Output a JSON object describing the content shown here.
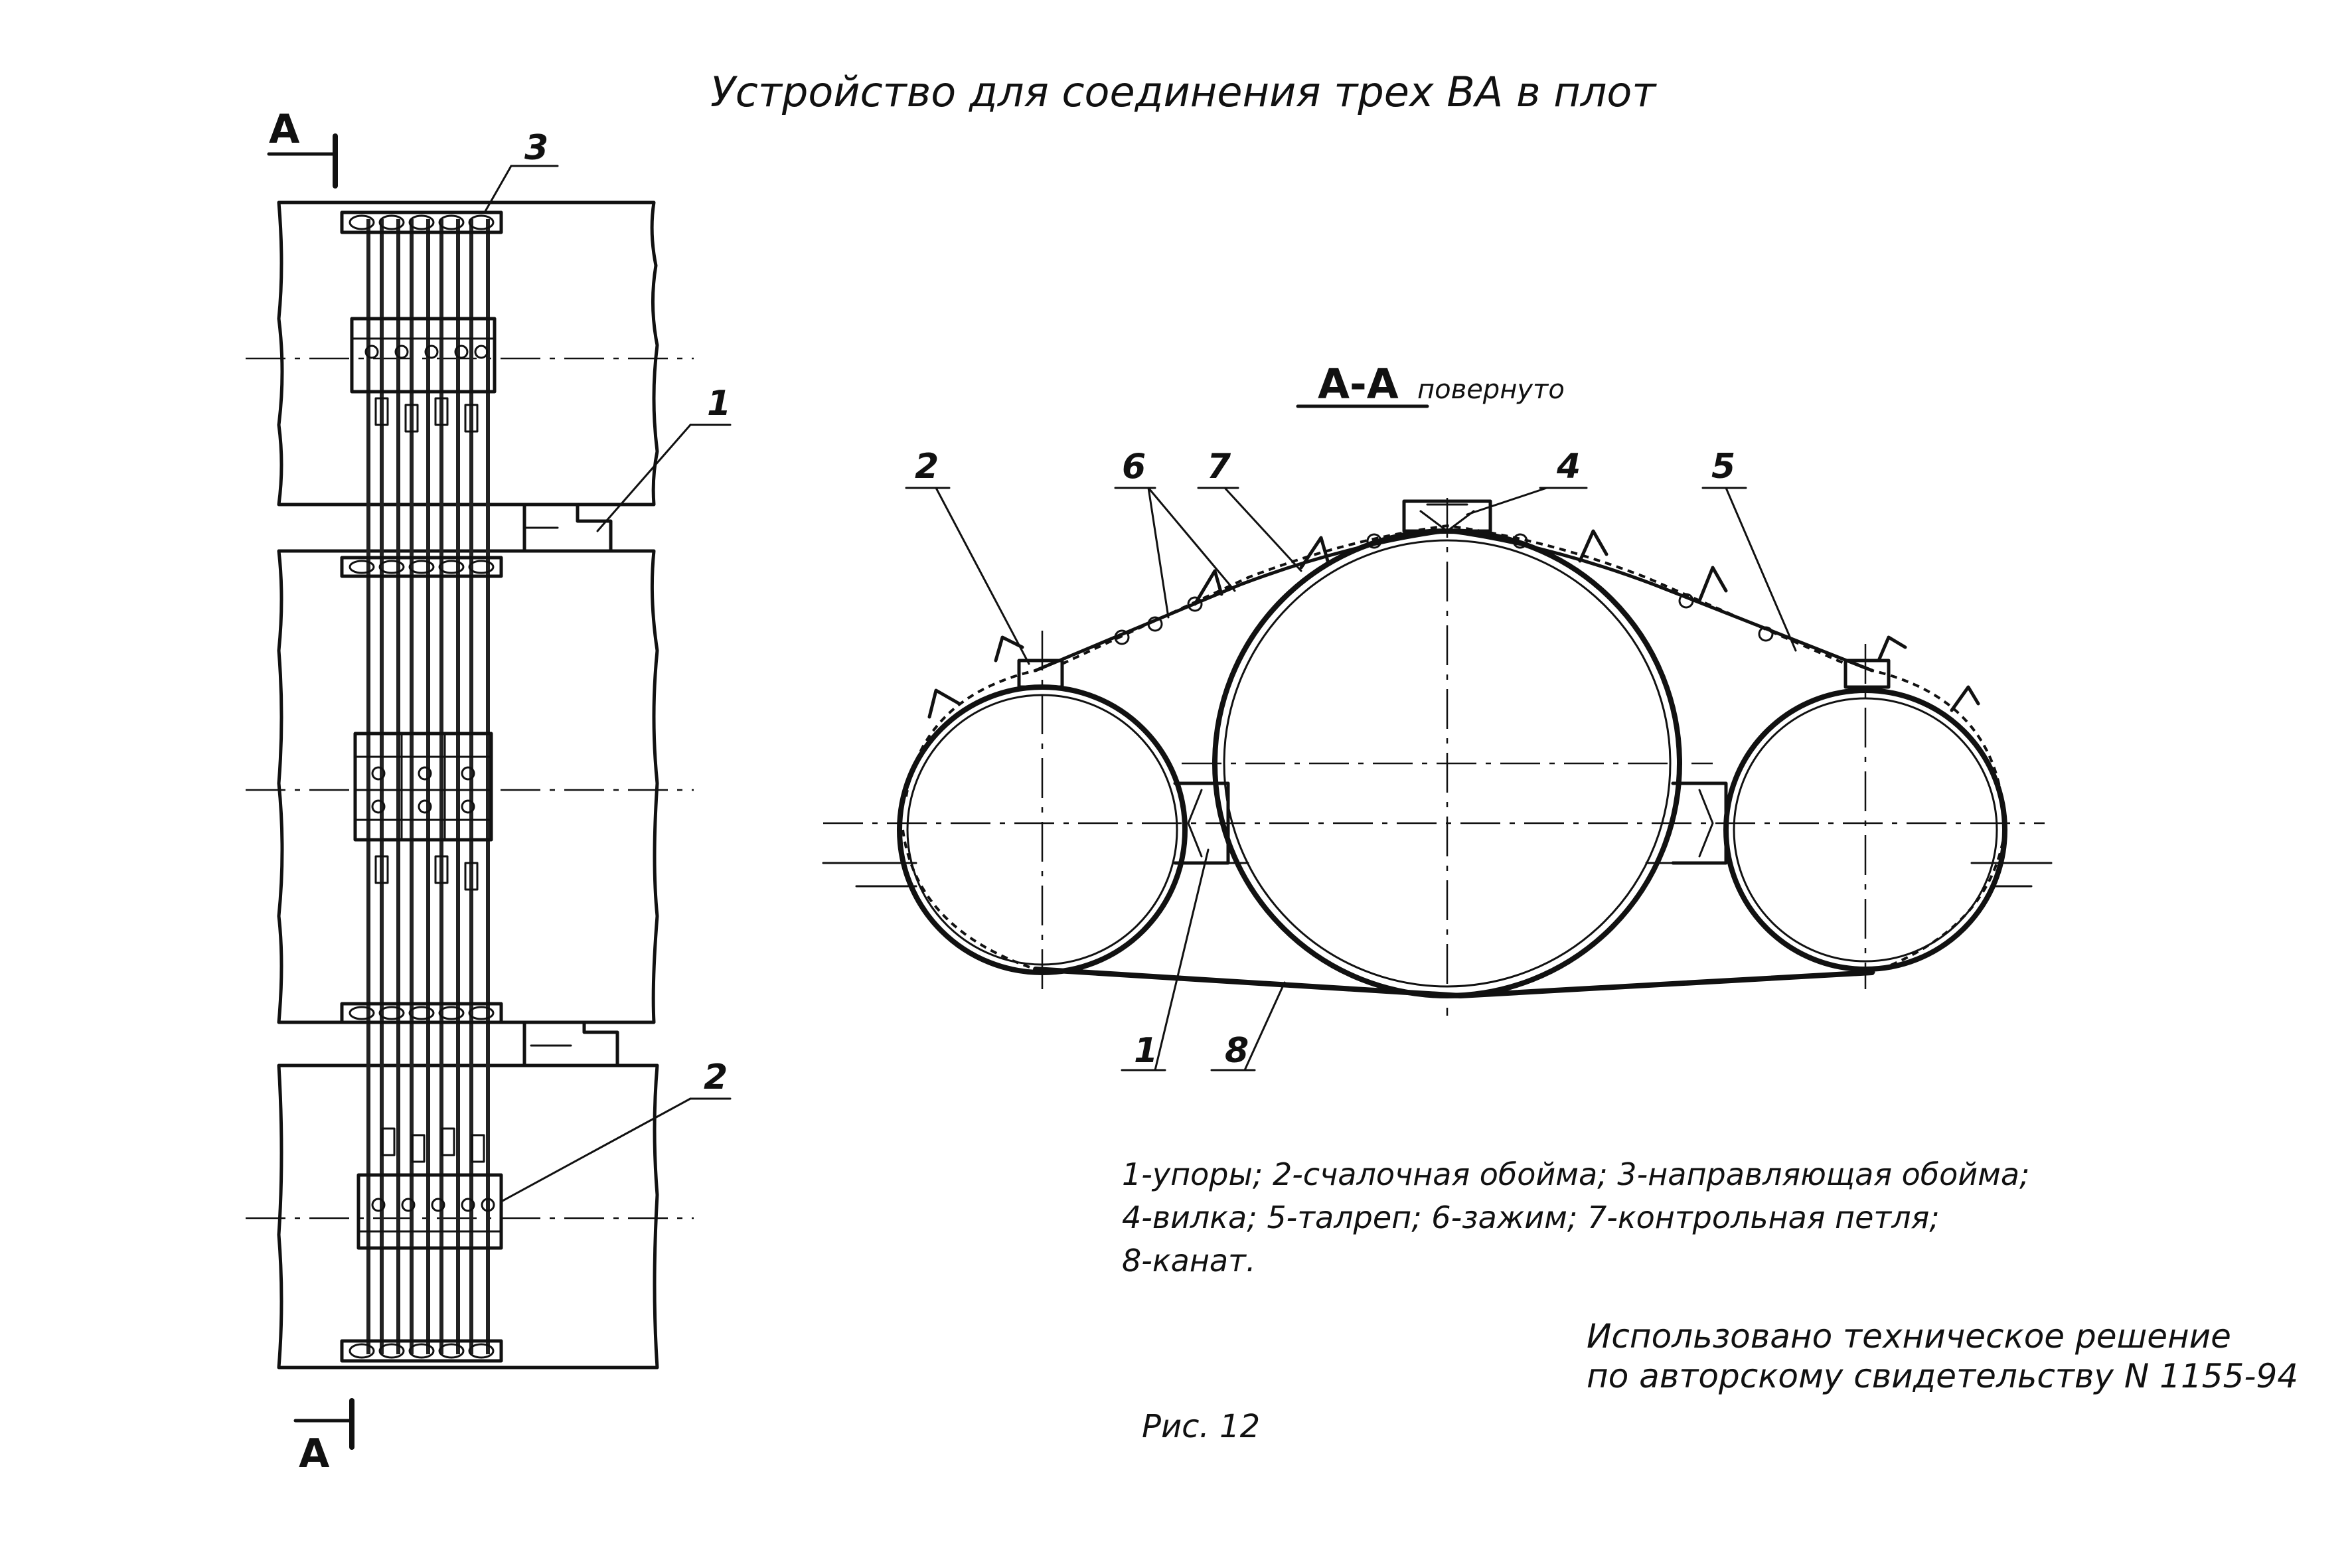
{
  "title": "Устройство для соединения трех ВА в плот",
  "section_mark": "А",
  "section_title": "А-А",
  "section_note": "повернуто",
  "callouts": {
    "plan_1": "1",
    "plan_2": "2",
    "plan_3": "3",
    "sec_1": "1",
    "sec_2": "2",
    "sec_4": "4",
    "sec_5": "5",
    "sec_6": "6",
    "sec_7": "7",
    "sec_8": "8"
  },
  "legend": [
    "1-упоры; 2-счалочная обойма; 3-направляющая обойма;",
    "4-вилка; 5-талреп; 6-зажим; 7-контрольная петля;",
    "8-канат."
  ],
  "source_note": [
    "Использовано техническое решение",
    "по авторскому свидетельству N 1155-94"
  ],
  "figure_caption": "Рис. 12"
}
